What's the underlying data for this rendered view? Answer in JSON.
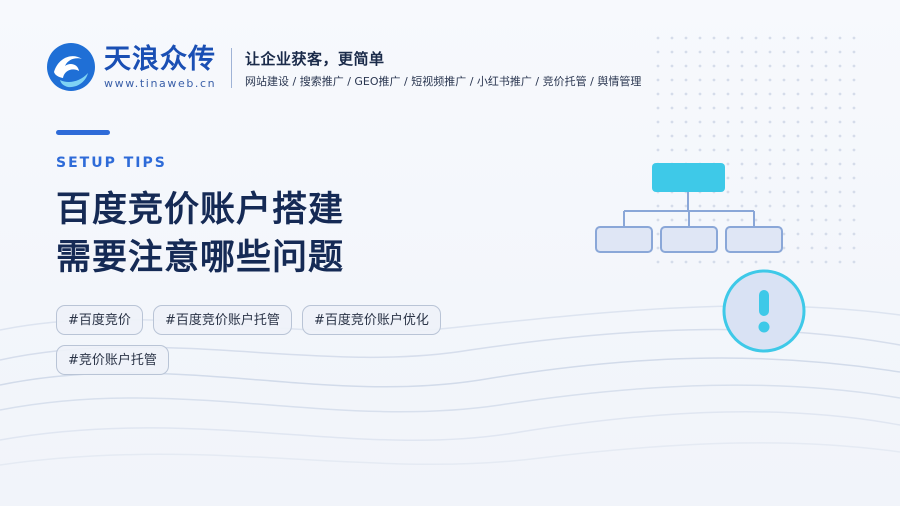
{
  "brand": {
    "name": "天浪众传",
    "url": "www.tinaweb.cn",
    "slogan": "让企业获客，更简单",
    "services": "网站建设 / 搜索推广 / GEO推广 / 短视频推广 / 小红书推广 / 竞价托管 / 舆情管理"
  },
  "eyebrow": "SETUP TIPS",
  "title": {
    "line1": "百度竞价账户搭建",
    "line2": "需要注意哪些问题"
  },
  "tags": [
    "#百度竞价",
    "#百度竞价账户托管",
    "#百度竞价账户优化",
    "#竞价账户托管"
  ],
  "colors": {
    "accent": "#2e6bd8",
    "title": "#152a55",
    "cyan": "#3ec9e8",
    "box_fill": "#dfe6f5",
    "box_stroke": "#8aa7d8"
  },
  "icons": [
    "logo-wave-icon",
    "org-chart-icon",
    "warning-icon"
  ]
}
